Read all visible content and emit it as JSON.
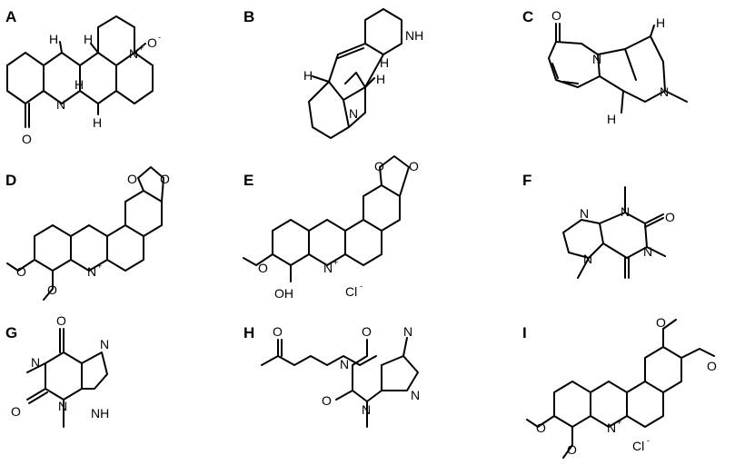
{
  "figure": {
    "panels": [
      {
        "id": "A",
        "letter": "A",
        "atoms": [
          "H",
          "H",
          "H",
          "H",
          "N",
          "+",
          "O",
          "-",
          "N",
          "O"
        ]
      },
      {
        "id": "B",
        "letter": "B",
        "atoms": [
          "NH",
          "H",
          "H",
          "H",
          "N"
        ]
      },
      {
        "id": "C",
        "letter": "C",
        "atoms": [
          "O",
          "H",
          "N",
          "H",
          "N"
        ]
      },
      {
        "id": "D",
        "letter": "D",
        "atoms": [
          "O",
          "O",
          "O",
          "O",
          "N",
          "+"
        ]
      },
      {
        "id": "E",
        "letter": "E",
        "atoms": [
          "O",
          "O",
          "O",
          "N",
          "+",
          "OH",
          "Cl",
          "-"
        ]
      },
      {
        "id": "F",
        "letter": "F",
        "atoms": [
          "N",
          "N",
          "O",
          "N",
          "N"
        ]
      },
      {
        "id": "G",
        "letter": "G",
        "atoms": [
          "O",
          "N",
          "N",
          "O",
          "N",
          "NH"
        ]
      },
      {
        "id": "H",
        "letter": "H",
        "atoms": [
          "O",
          "O",
          "N",
          "N",
          "N",
          "O",
          "N"
        ]
      },
      {
        "id": "I",
        "letter": "I",
        "atoms": [
          "O",
          "O",
          "O",
          "O",
          "N",
          "+",
          "Cl",
          "-"
        ]
      }
    ]
  }
}
